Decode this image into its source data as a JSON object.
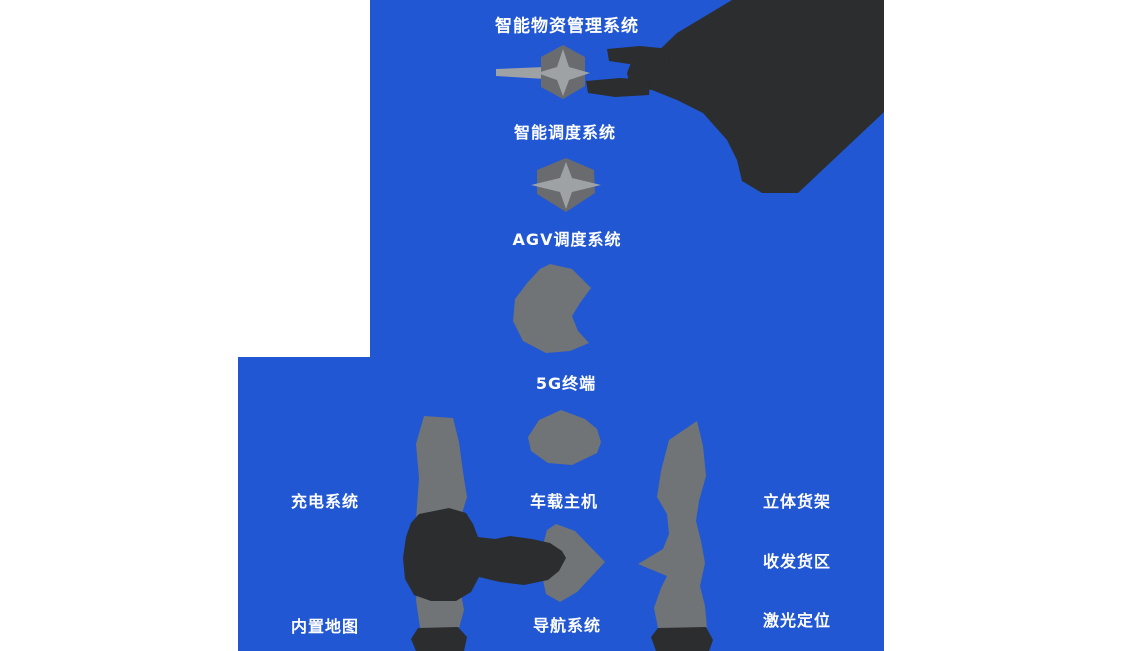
{
  "diagram": {
    "labels": {
      "material_mgmt": "智能物资管理系统",
      "smart_dispatch": "智能调度系统",
      "agv_dispatch": "AGV调度系统",
      "terminal_5g": "5G终端",
      "charging": "充电系统",
      "vehicle_host": "车载主机",
      "stereo_rack": "立体货架",
      "cargo_area": "收发货区",
      "laser_pos": "激光定位",
      "builtin_map": "内置地图",
      "nav_system": "导航系统"
    },
    "icons": {
      "hub_node": "four-pointed-star-diamond-icon",
      "flow_arrow": "right-chevron-arrow-shape"
    },
    "colors": {
      "panel_blue": "#2157d2",
      "shape_gray": "#717476",
      "shape_gray_dark": "#696b6e",
      "shape_light": "#9fa2a5",
      "shape_charcoal": "#2b2d2f",
      "text_white": "#fdfdfe",
      "canvas_white": "#ffffff"
    }
  }
}
